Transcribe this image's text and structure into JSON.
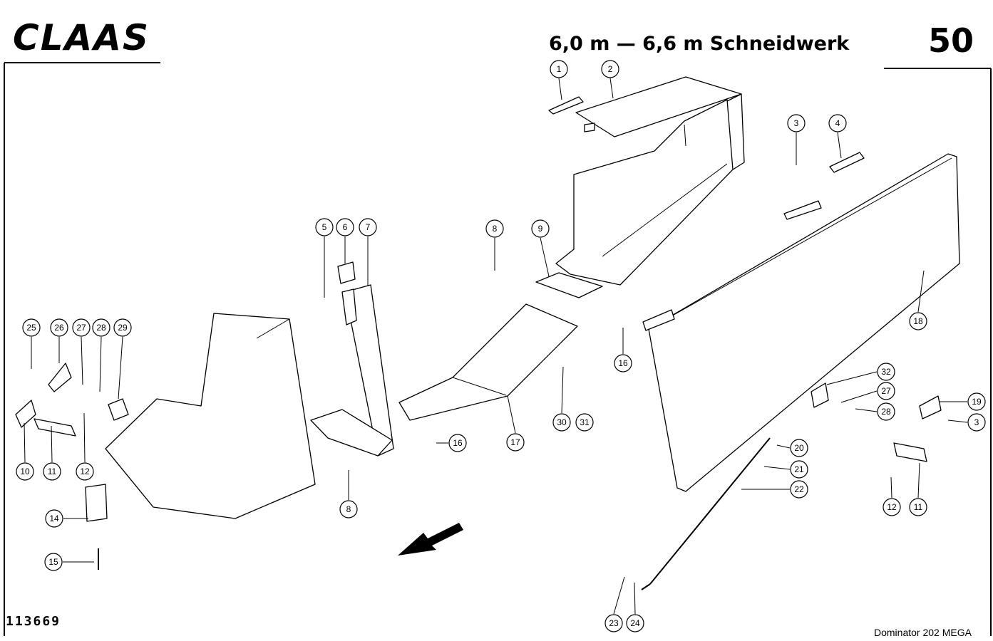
{
  "header": {
    "brand": "CLAAS",
    "title": "6,0 m — 6,6 m Schneidwerk",
    "page_number": "50"
  },
  "footer": {
    "doc_number": "113669",
    "model": "Dominator  202 MEGA"
  },
  "callouts": [
    "1",
    "2",
    "3",
    "4",
    "5",
    "6",
    "7",
    "8",
    "8",
    "9",
    "16",
    "18",
    "25",
    "26",
    "27",
    "28",
    "29",
    "10",
    "11",
    "12",
    "14",
    "15",
    "16",
    "17",
    "30",
    "31",
    "32",
    "27",
    "28",
    "19",
    "3",
    "20",
    "21",
    "22",
    "12",
    "11",
    "23",
    "24"
  ]
}
